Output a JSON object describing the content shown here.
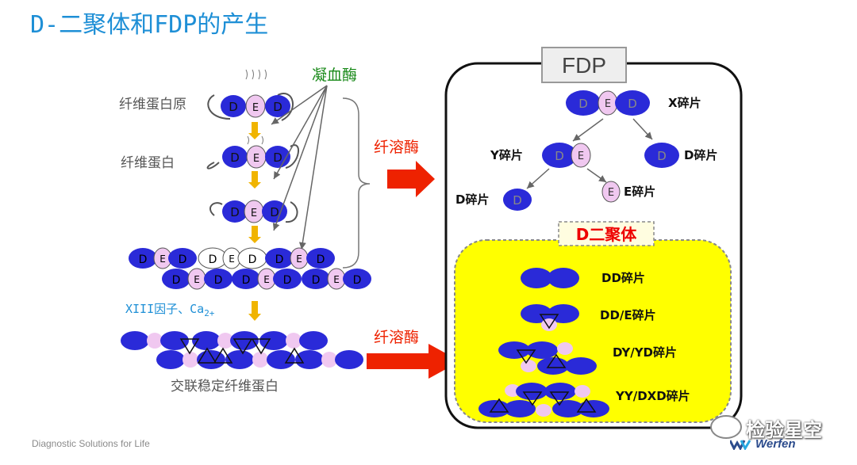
{
  "title": "D-二聚体和FDP的产生",
  "left": {
    "fibrinogen": "纤维蛋白原",
    "fibrin": "纤维蛋白",
    "thrombin": "凝血酶",
    "factor": "XIII因子、Ca",
    "factor_sub": "2+",
    "crosslinked": "交联稳定纤维蛋白",
    "plasmin_top": "纤溶酶",
    "plasmin_bottom": "纤溶酶",
    "d": "D",
    "e": "E"
  },
  "fdp": {
    "label": "FDP",
    "x_frag": "X碎片",
    "y_frag": "Y碎片",
    "d_frag_right": "D碎片",
    "d_frag_left": "D碎片",
    "e_frag": "E碎片"
  },
  "ddimer": {
    "label": "D二聚体",
    "dd": "DD碎片",
    "dde": "DD/E碎片",
    "dyyd": "DY/YD碎片",
    "yydxd": "YY/DXD碎片"
  },
  "footer": "Diagnostic Solutions for Life",
  "watermark": "检验星空",
  "brand": "Werfen",
  "colors": {
    "blue": "#2a2ad8",
    "pink": "#f0c8f0",
    "red": "#ee2200",
    "yellow": "#ffff00",
    "title": "#1e8fd6",
    "green": "#1a8a1a"
  }
}
